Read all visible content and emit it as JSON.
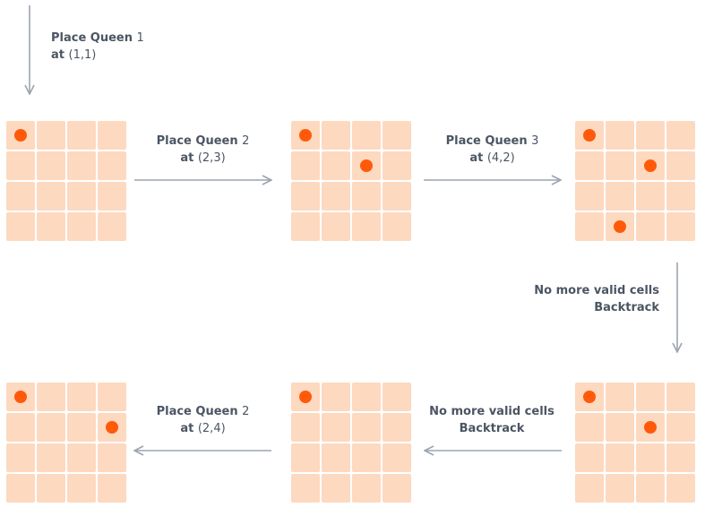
{
  "colors": {
    "cell": "#fdd9c0",
    "queen": "#ff5a0a",
    "arrow": "#9ca3af",
    "text": "#4b5563"
  },
  "boards": [
    {
      "queens": [
        [
          1,
          1
        ]
      ]
    },
    {
      "queens": [
        [
          1,
          1
        ],
        [
          2,
          3
        ]
      ]
    },
    {
      "queens": [
        [
          1,
          1
        ],
        [
          2,
          3
        ],
        [
          4,
          2
        ]
      ]
    },
    {
      "queens": [
        [
          1,
          1
        ],
        [
          2,
          3
        ]
      ]
    },
    {
      "queens": [
        [
          1,
          1
        ]
      ]
    },
    {
      "queens": [
        [
          1,
          1
        ],
        [
          2,
          4
        ]
      ]
    }
  ],
  "steps": {
    "s1": {
      "line1": "Place Queen",
      "num": "1",
      "line2": "at",
      "coord": "(1,1)"
    },
    "s2": {
      "line1": "Place Queen",
      "num": "2",
      "line2": "at",
      "coord": "(2,3)"
    },
    "s3": {
      "line1": "Place Queen",
      "num": "3",
      "line2": "at",
      "coord": "(4,2)"
    },
    "s4": {
      "line1": "No more valid cells",
      "line2": "Backtrack"
    },
    "s5": {
      "line1": "No more valid cells",
      "line2": "Backtrack"
    },
    "s6": {
      "line1": "Place Queen",
      "num": "2",
      "line2": "at",
      "coord": "(2,4)"
    }
  }
}
